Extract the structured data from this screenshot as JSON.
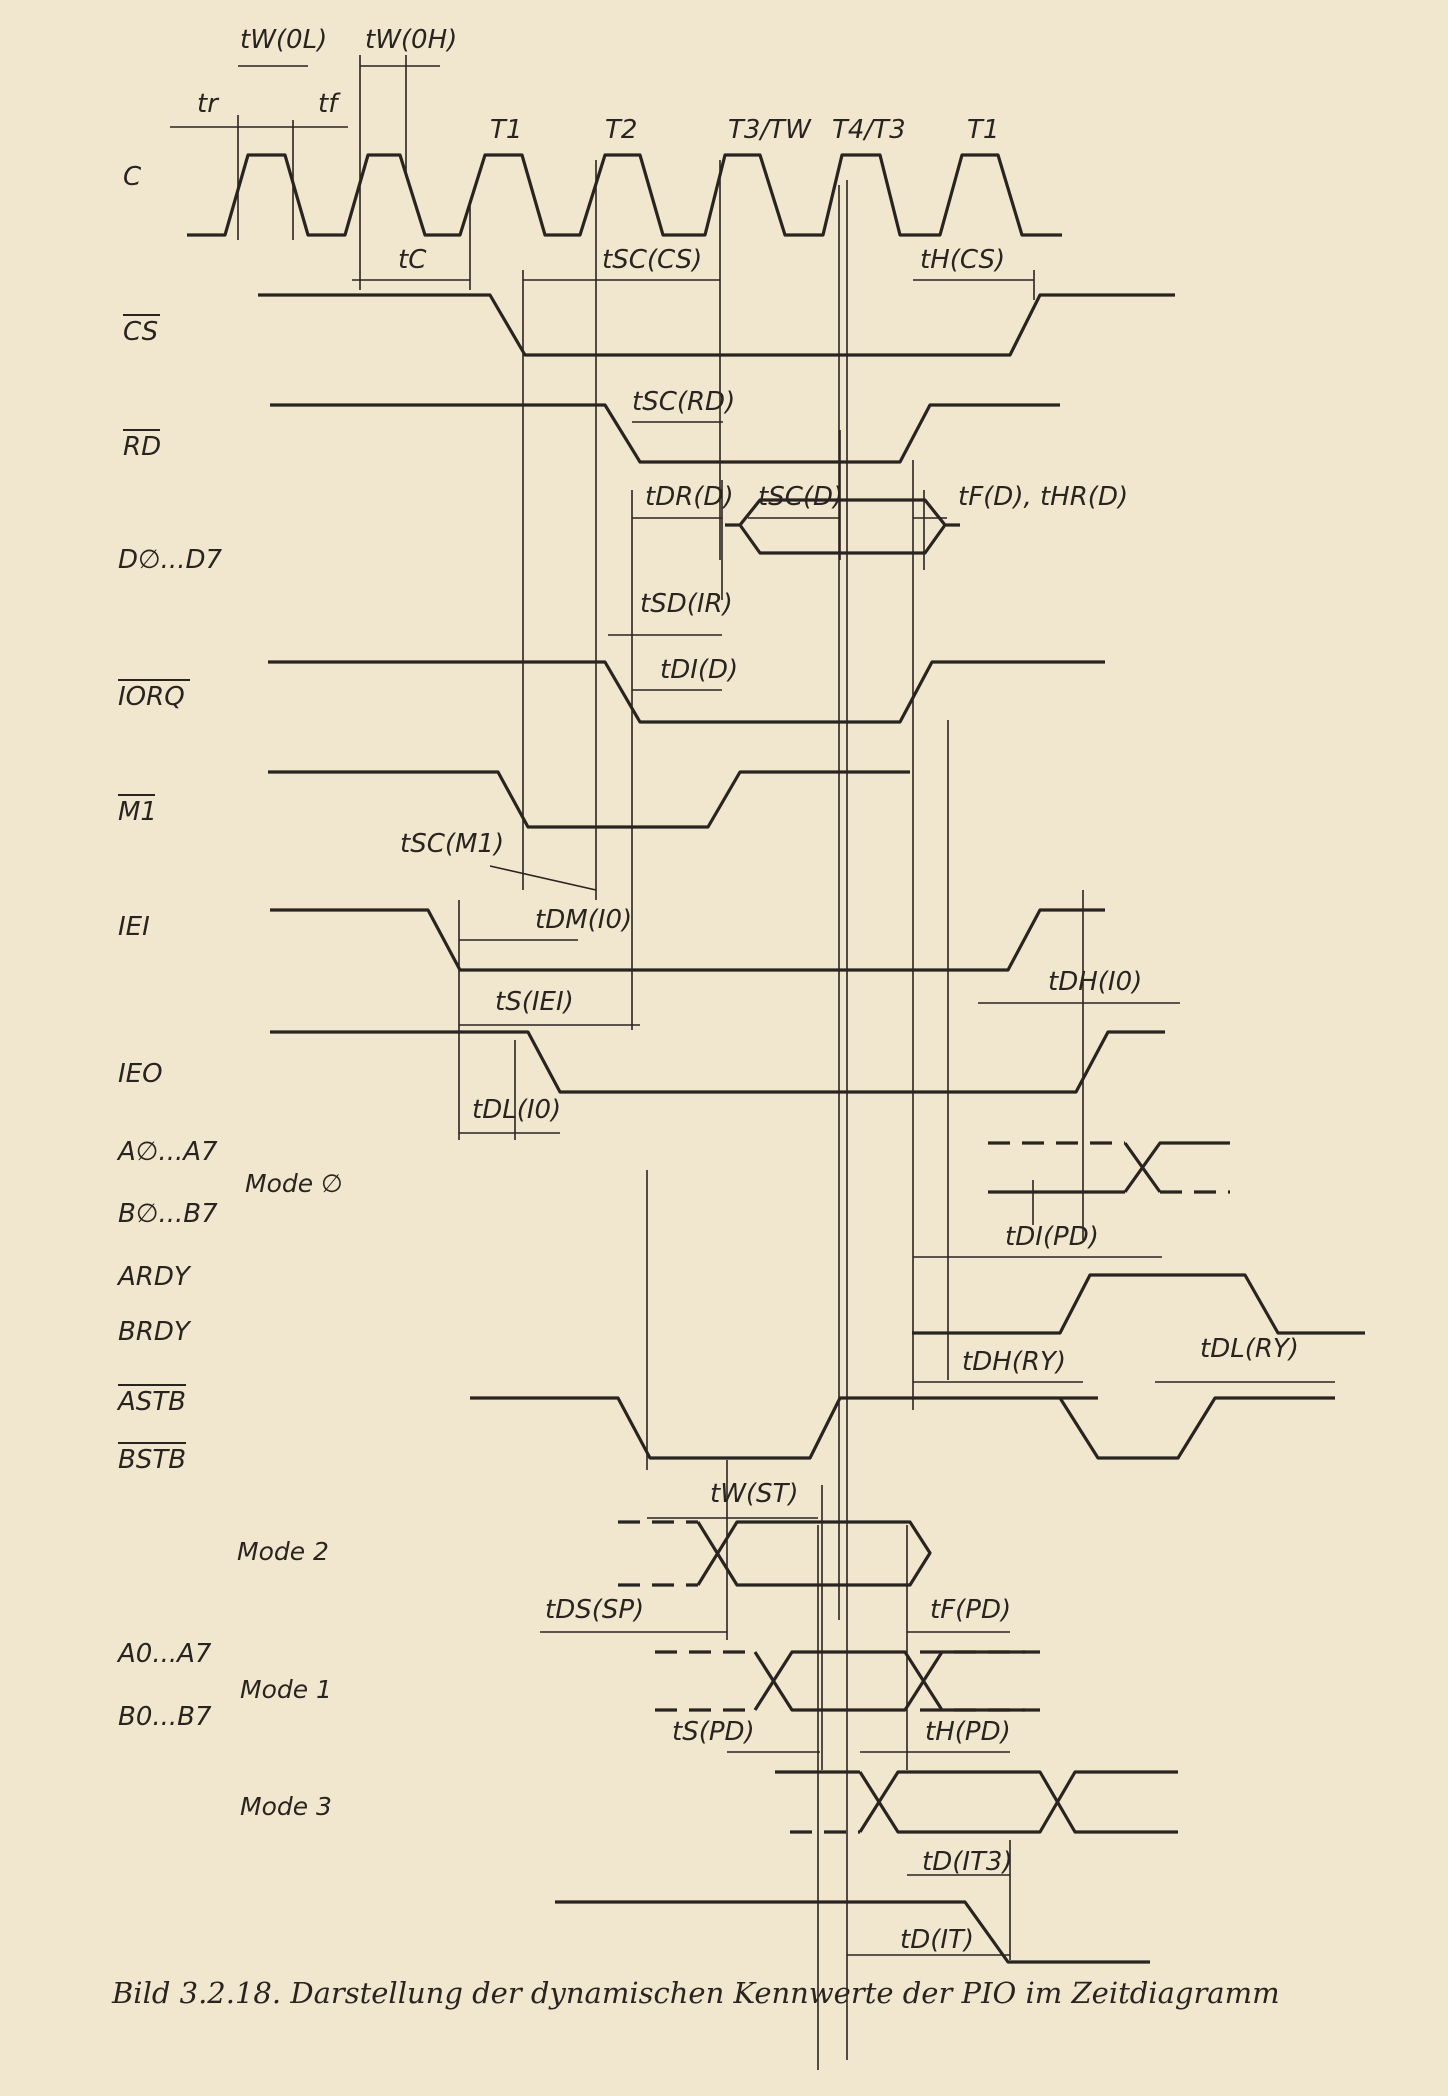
{
  "caption": "Bild 3.2.18. Darstellung der dynamischen Kennwerte der PIO im Zeitdiagramm",
  "clock_phases": [
    "T1",
    "T2",
    "T3/TW",
    "T4/T3",
    "T1"
  ],
  "signals": {
    "c": "C",
    "cs": "CS",
    "rd": "RD",
    "data": "D∅...D7",
    "iorq": "IORQ",
    "m1": "M1",
    "iei": "IEI",
    "ieo": "IEO",
    "a_mode0": "A∅...A7",
    "b_mode0": "B∅...B7",
    "ardy": "ARDY",
    "brdy": "BRDY",
    "astb": "ASTB",
    "bstb": "BSTB",
    "a_mode1": "A0...A7",
    "b_mode1": "B0...B7"
  },
  "modes": {
    "mode0": "Mode ∅",
    "mode2": "Mode 2",
    "mode1": "Mode 1",
    "mode3": "Mode 3"
  },
  "timing_params": {
    "tw_0l": "tW(0L)",
    "tw_0h": "tW(0H)",
    "tr": "tr",
    "tf": "tf",
    "tc": "tC",
    "tsc_cs": "tSC(CS)",
    "th_cs": "tH(CS)",
    "tsc_rd": "tSC(RD)",
    "tdr_d": "tDR(D)",
    "tsc_d": "tSC(D)",
    "tf_d_thr_d": "tF(D), tHR(D)",
    "tsd_ir": "tSD(IR)",
    "tdi_d": "tDI(D)",
    "tsc_m1": "tSC(M1)",
    "tdm_io": "tDM(I0)",
    "tdh_io": "tDH(I0)",
    "ts_iei": "tS(IEI)",
    "tdl_io": "tDL(I0)",
    "tdi_pd": "tDI(PD)",
    "tdh_ry": "tDH(RY)",
    "tdl_ry": "tDL(RY)",
    "tw_st": "tW(ST)",
    "tds_sp": "tDS(SP)",
    "tf_pd": "tF(PD)",
    "ts_pd": "tS(PD)",
    "th_pd": "tH(PD)",
    "td_it3": "tD(IT3)",
    "td_it": "tD(IT)"
  }
}
